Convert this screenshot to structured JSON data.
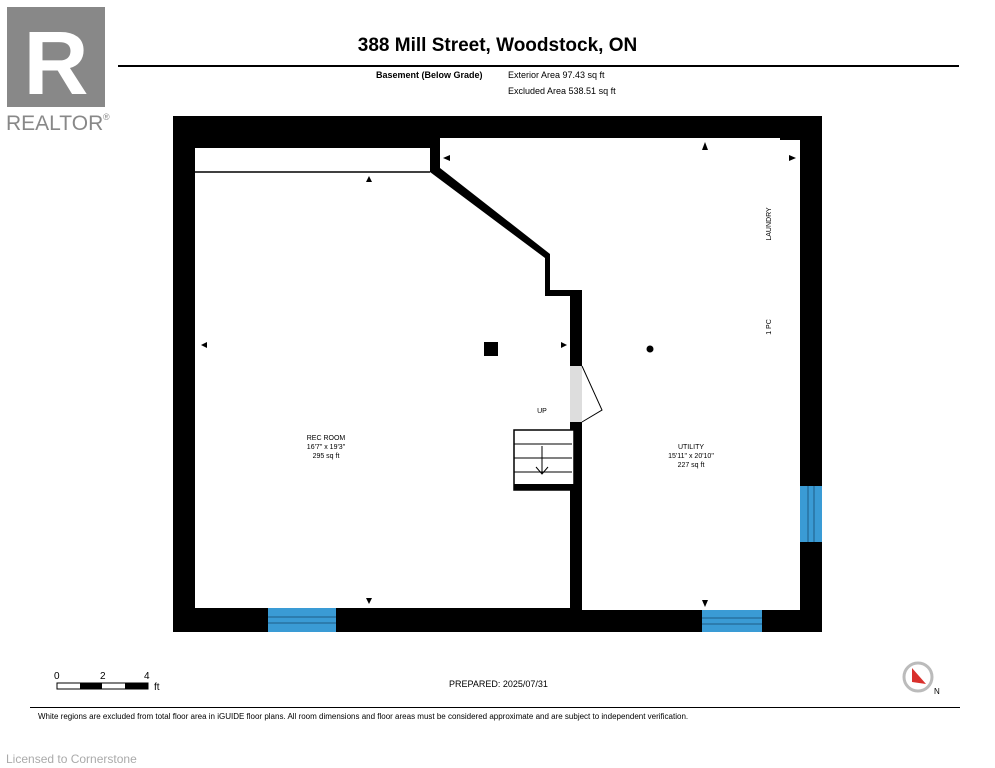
{
  "header": {
    "logo_text": "REALTOR",
    "logo_mark": "R",
    "address": "388 Mill Street, Woodstock, ON",
    "level_name": "Basement (Below Grade)",
    "exterior_area": "Exterior Area 97.43 sq ft",
    "excluded_area": "Excluded Area 538.51 sq ft"
  },
  "rooms": {
    "rec_room": {
      "name": "REC ROOM",
      "dims": "16'7\" x 19'3\"",
      "area": "295 sq ft"
    },
    "utility": {
      "name": "UTILITY",
      "dims": "15'11\" x 20'10\"",
      "area": "227 sq ft"
    },
    "laundry": "LAUNDRY",
    "one_pc": "1 PC",
    "stairs": "UP"
  },
  "scale": {
    "ticks": [
      "0",
      "2",
      "4"
    ],
    "unit": "ft"
  },
  "compass": {
    "letter": "N"
  },
  "prepared": "PREPARED: 2025/07/31",
  "disclaimer": "White regions are excluded from total floor area in iGUIDE floor plans. All room dimensions and floor areas must be considered approximate and are subject to independent verification.",
  "watermark": "Licensed to Cornerstone",
  "colors": {
    "wall": "#000000",
    "window": "#3a9bd5",
    "compass_red": "#d9302c"
  }
}
